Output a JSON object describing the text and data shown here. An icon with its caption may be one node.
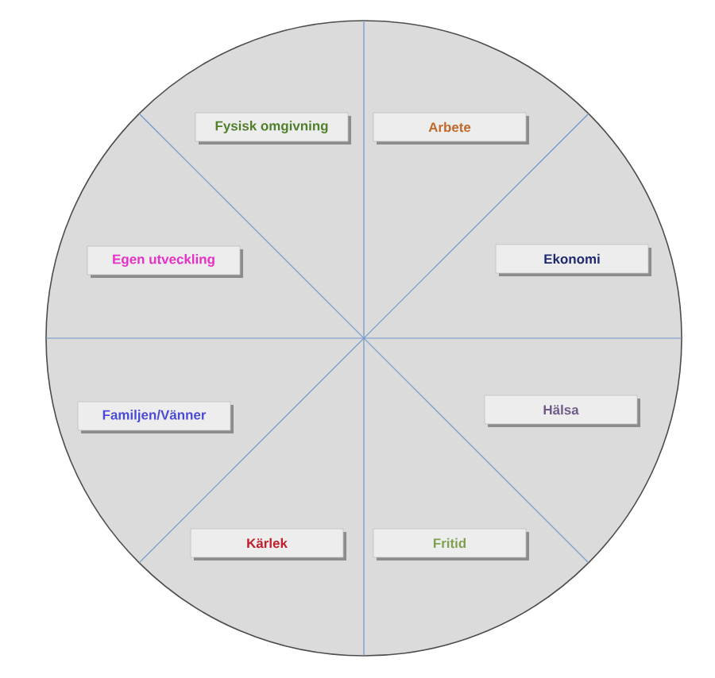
{
  "diagram": {
    "nodes": [
      {
        "text": [],
        "shape": "circle"
      },
      {
        "text": [
          "Fysisk omgivning"
        ],
        "in": 0
      },
      {
        "text": [
          "Arbete"
        ],
        "in": 0
      },
      {
        "text": [
          "Egen utveckling"
        ],
        "in": 0
      },
      {
        "text": [
          "Ekonomi"
        ],
        "in": 0
      },
      {
        "text": [
          "Familjen/Vänner"
        ],
        "in": 0
      },
      {
        "text": [
          "Hälsa"
        ],
        "in": 0
      },
      {
        "text": [
          "Kärlek"
        ],
        "in": 0
      },
      {
        "text": [
          "Fritid"
        ],
        "in": 0
      }
    ]
  }
}
